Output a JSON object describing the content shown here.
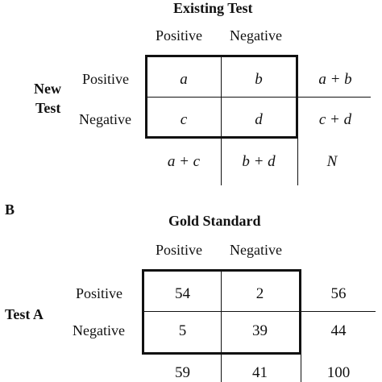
{
  "panelA": {
    "title": "Existing Test",
    "col_headers": [
      "Positive",
      "Negative"
    ],
    "side_label_line1": "New",
    "side_label_line2": "Test",
    "row_labels": [
      "Positive",
      "Negative"
    ],
    "cells": [
      [
        "a",
        "b"
      ],
      [
        "c",
        "d"
      ]
    ],
    "row_totals": [
      "a + b",
      "c + d"
    ],
    "col_totals": [
      "a + c",
      "b + d"
    ],
    "grand_total": "N"
  },
  "panelB": {
    "panel_letter": "B",
    "title": "Gold Standard",
    "col_headers": [
      "Positive",
      "Negative"
    ],
    "side_label": "Test A",
    "row_labels": [
      "Positive",
      "Negative"
    ],
    "cells": [
      [
        "54",
        "2"
      ],
      [
        "5",
        "39"
      ]
    ],
    "row_totals": [
      "56",
      "44"
    ],
    "col_totals": [
      "59",
      "41"
    ],
    "grand_total": "100"
  }
}
